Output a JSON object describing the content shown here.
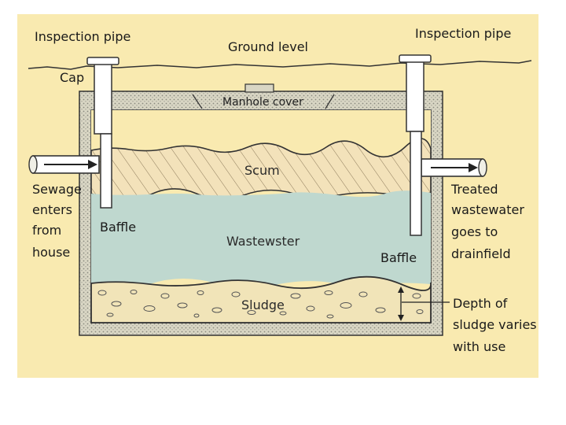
{
  "labels": {
    "inspection_pipe_left": "Inspection pipe",
    "inspection_pipe_right": "Inspection pipe",
    "ground_level": "Ground level",
    "cap": "Cap",
    "manhole_cover": "Manhole cover",
    "scum": "Scum",
    "wastewater": "Wastewster",
    "sludge": "Sludge",
    "baffle_left": "Baffle",
    "baffle_right": "Baffle",
    "sewage_enters": [
      "Sewage",
      "enters",
      "from",
      "house"
    ],
    "treated_wastewater": [
      "Treated",
      "wastewater",
      "goes to",
      "drainfield"
    ],
    "depth_of_sludge": [
      "Depth of",
      "sludge varies",
      "with use"
    ]
  },
  "colors": {
    "background": "#f9eab0",
    "tank_wall": "#d8d4c0",
    "scum": "#f2e0b8",
    "wastewater": "#bfd8cf",
    "sludge": "#f1e4b8",
    "outline": "#333333"
  }
}
